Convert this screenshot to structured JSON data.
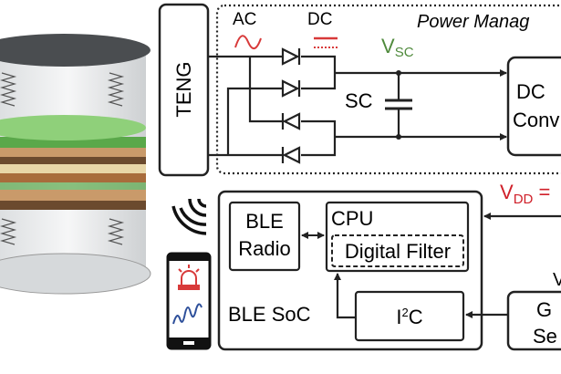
{
  "teng": {
    "label": "TENG"
  },
  "power_management": {
    "title": "Power Manag",
    "ac_label": "AC",
    "dc_label": "DC",
    "vsc_label": "V",
    "vsc_sub": "SC",
    "sc_label": "SC"
  },
  "dc_converter": {
    "line1": "DC",
    "line2": "Conv"
  },
  "vdd": {
    "label": "V",
    "sub": "DD",
    "suffix": " ="
  },
  "ble_soc": {
    "label": "BLE SoC",
    "radio_line1": "BLE",
    "radio_line2": "Radio",
    "cpu_label": "CPU",
    "filter_label": "Digital Filter",
    "i2c_label": "I",
    "i2c_sup": "2",
    "i2c_suffix": "C"
  },
  "sensor": {
    "line1": "G",
    "line2": "Se",
    "v_label": "V"
  },
  "colors": {
    "ac": "#d83a3a",
    "dc": "#d83a3a",
    "vsc": "#4f8a3c",
    "vdd": "#d0202a",
    "line": "#222222",
    "alarm": "#d83a3a",
    "wave": "#2d4f9a"
  }
}
